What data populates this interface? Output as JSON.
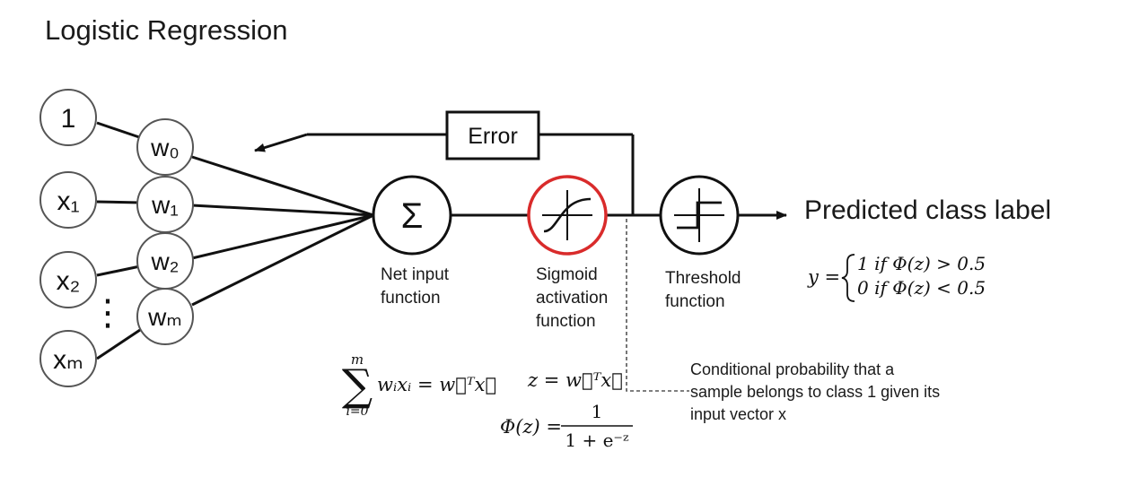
{
  "title": "Logistic Regression",
  "inputs": {
    "bias": "1",
    "x1": "x₁",
    "x2": "x₂",
    "xm": "xₘ",
    "dots": "⋮"
  },
  "weights": {
    "w0": "w₀",
    "w1": "w₁",
    "w2": "w₂",
    "wm": "wₘ"
  },
  "nodes": {
    "sum_symbol": "Σ",
    "net_input_label": [
      "Net input",
      "function"
    ],
    "sigmoid_label": [
      "Sigmoid",
      "activation",
      "function"
    ],
    "threshold_label": [
      "Threshold",
      "function"
    ],
    "error_label": "Error",
    "output_label": "Predicted class label"
  },
  "colors": {
    "line": "#111111",
    "sigmoid_ring": "#d92b2b",
    "dashed": "#555555"
  },
  "formulas": {
    "sum_upper": "m",
    "sum_lower": "i=0",
    "sum_sigma": "∑",
    "sum_body": "wᵢxᵢ = w⃗ᵀx⃗",
    "z_def": "z = w⃗ᵀx⃗",
    "phi_lhs": "Φ(z) =",
    "phi_num": "1",
    "phi_den": "1 + e⁻ᶻ",
    "y_lhs": "y =",
    "y_case1": "1   if Φ(z) > 0.5",
    "y_case0": "0   if Φ(z) < 0.5"
  },
  "annotation": [
    "Conditional probability that a",
    "sample belongs to class 1 given its",
    "input vector x"
  ]
}
